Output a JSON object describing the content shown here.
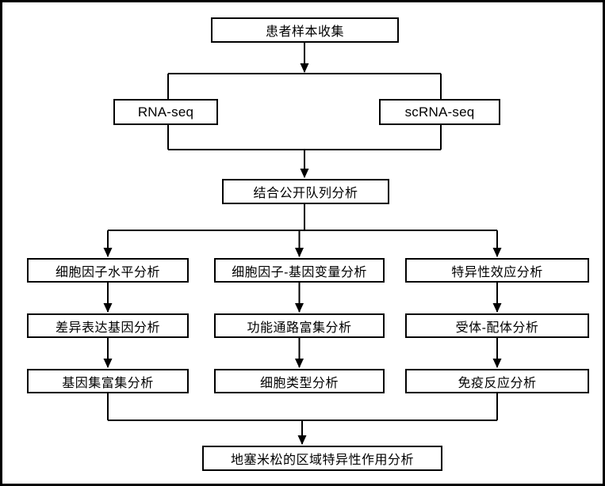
{
  "diagram": {
    "type": "flowchart",
    "language": "zh-CN",
    "colors": {
      "background": "#ffffff",
      "box_fill": "#ffffff",
      "box_border": "#000000",
      "line": "#000000",
      "text": "#000000"
    },
    "nodes": {
      "patient_sample": "患者样本收集",
      "rna_seq": "RNA-seq",
      "scrna_seq": "scRNA-seq",
      "combined_cohort": "结合公开队列分析",
      "col1": [
        "细胞因子水平分析",
        "差异表达基因分析",
        "基因集富集分析"
      ],
      "col2": [
        "细胞因子-基因变量分析",
        "功能通路富集分析",
        "细胞类型分析"
      ],
      "col3": [
        "特异性效应分析",
        "受体-配体分析",
        "免疫反应分析"
      ],
      "final": "地塞米松的区域特异性作用分析"
    },
    "edges": [
      "患者样本收集 -> RNA-seq",
      "患者样本收集 -> scRNA-seq",
      "RNA-seq -> 结合公开队列分析",
      "scRNA-seq -> 结合公开队列分析",
      "结合公开队列分析 -> 细胞因子水平分析",
      "结合公开队列分析 -> 细胞因子-基因变量分析",
      "结合公开队列分析 -> 特异性效应分析",
      "细胞因子水平分析 -> 差异表达基因分析",
      "差异表达基因分析 -> 基因集富集分析",
      "细胞因子-基因变量分析 -> 功能通路富集分析",
      "功能通路富集分析 -> 细胞类型分析",
      "特异性效应分析 -> 受体-配体分析",
      "受体-配体分析 -> 免疫反应分析",
      "基因集富集分析 -> 地塞米松的区域特异性作用分析",
      "细胞类型分析 -> 地塞米松的区域特异性作用分析",
      "免疫反应分析 -> 地塞米松的区域特异性作用分析"
    ]
  }
}
